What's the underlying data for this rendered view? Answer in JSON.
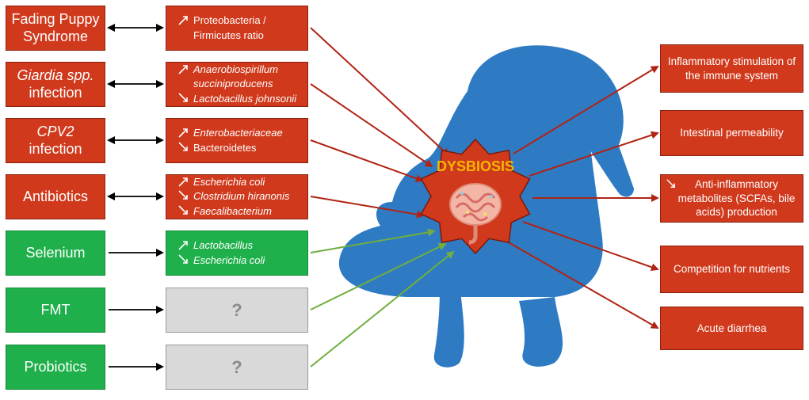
{
  "causes": [
    {
      "lines": [
        "Fading Puppy",
        "Syndrome"
      ],
      "italic": false
    },
    {
      "lines": [
        "Giardia spp.",
        "infection"
      ],
      "italic_first": true
    },
    {
      "lines": [
        "CPV2",
        "infection"
      ],
      "italic_first": true
    },
    {
      "lines": [
        "Antibiotics"
      ]
    },
    {
      "lines": [
        "Selenium"
      ]
    },
    {
      "lines": [
        "FMT"
      ]
    },
    {
      "lines": [
        "Probiotics"
      ]
    }
  ],
  "microbiota": [
    {
      "items": [
        {
          "dir": "up",
          "text": "Proteobacteria /"
        },
        {
          "dir": "",
          "text": "Firmicutes ratio"
        }
      ]
    },
    {
      "items": [
        {
          "dir": "up",
          "text": "Anaerobiospirillum"
        },
        {
          "dir": "",
          "text": "succiniproducens"
        },
        {
          "dir": "down",
          "text": "Lactobacillus johnsonii"
        }
      ]
    },
    {
      "items": [
        {
          "dir": "up",
          "text": "Enterobacteriaceae"
        },
        {
          "dir": "down",
          "text": "Bacteroidetes"
        }
      ]
    },
    {
      "items": [
        {
          "dir": "up",
          "text": "Escherichia coli"
        },
        {
          "dir": "down",
          "text": "Clostridium hiranonis"
        },
        {
          "dir": "down",
          "text": "Faecalibacterium"
        }
      ]
    },
    {
      "items": [
        {
          "dir": "up",
          "text": "Lactobacillus"
        },
        {
          "dir": "down",
          "text": "Escherichia coli"
        }
      ]
    },
    {
      "unknown": "?"
    },
    {
      "unknown": "?"
    }
  ],
  "center_label": "DYSBIOSIS",
  "effects": [
    {
      "text": "Inflammatory stimulation of the immune system"
    },
    {
      "text": "Intestinal permeability"
    },
    {
      "text": "Anti-inflammatory metabolites (SCFAs, bile acids) production",
      "dir": "down"
    },
    {
      "text": "Competition for nutrients"
    },
    {
      "text": "Acute diarrhea"
    }
  ],
  "colors": {
    "harm": "#d0391c",
    "benefit": "#1fb04b",
    "unknown": "#d9d9d9",
    "dog": "#2e7bc4",
    "dysbiosis_text": "#f2b705"
  }
}
